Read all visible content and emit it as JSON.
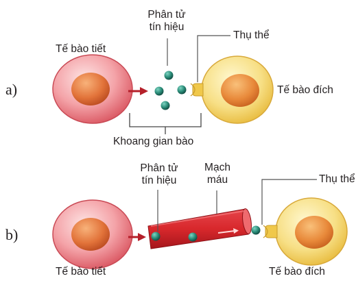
{
  "panel_a": {
    "part_label": "a)",
    "secreting_cell": "Tế bào tiết",
    "signal_molecule_line1": "Phân tử",
    "signal_molecule_line2": "tín hiệu",
    "receptor": "Thụ thể",
    "target_cell": "Tế bào đích",
    "interstitial_space": "Khoang gian bào"
  },
  "panel_b": {
    "part_label": "b)",
    "signal_molecule_line1": "Phân tử",
    "signal_molecule_line2": "tín hiệu",
    "blood_vessel_line1": "Mạch",
    "blood_vessel_line2": "máu",
    "receptor": "Thụ thể",
    "secreting_cell": "Tế bào tiết",
    "target_cell": "Tế bào đích"
  },
  "colors": {
    "secreting_cell": "#f0a6a6",
    "secreting_nucleus": "#e2733a",
    "target_cell": "#f5d96a",
    "target_nucleus": "#e48a3a",
    "signal_molecule": "#2a8c78",
    "blood_vessel": "#d8282c",
    "arrow": "#b5202a"
  }
}
